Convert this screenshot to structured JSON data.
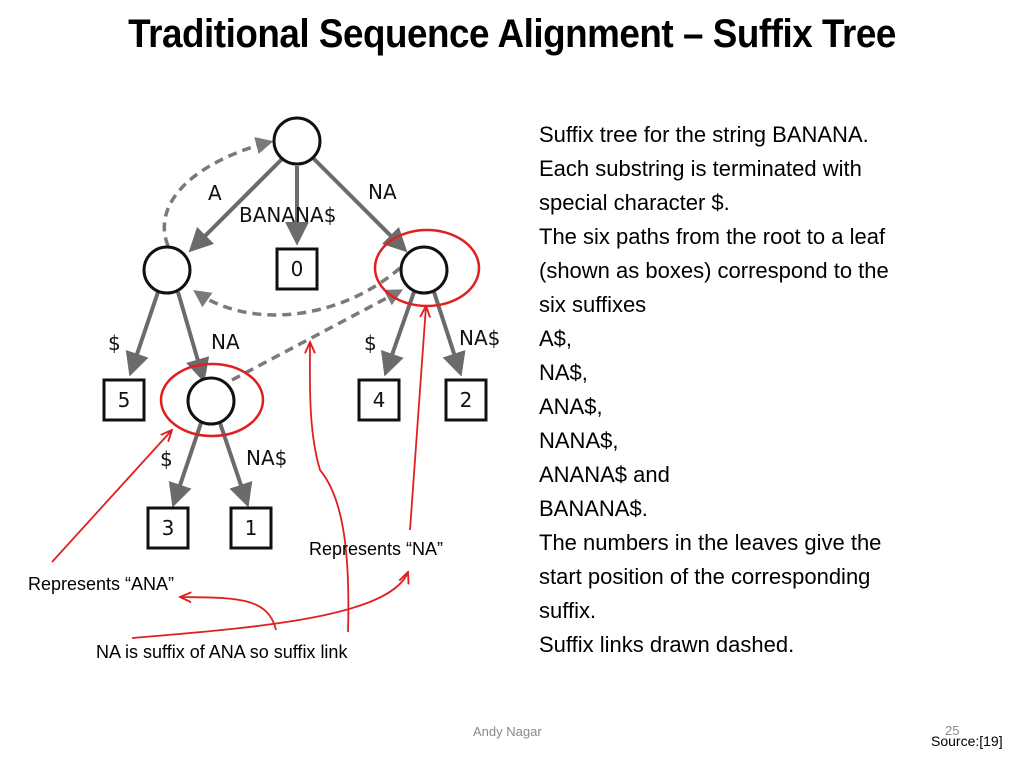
{
  "slide": {
    "title": "Traditional Sequence Alignment – Suffix Tree",
    "author": "Andy Nagar",
    "page_number": "25",
    "source": "Source:[19]"
  },
  "diagram": {
    "edge_labels": {
      "root_left": "A",
      "root_middle": "BANANA$",
      "root_right": "NA",
      "a_left": "$",
      "a_right": "NA",
      "ana_left": "$",
      "ana_right": "NA$",
      "na_left": "$",
      "na_right": "NA$"
    },
    "leaves": {
      "leaf0": "0",
      "leaf5": "5",
      "leaf4": "4",
      "leaf2": "2",
      "leaf3": "3",
      "leaf1": "1"
    },
    "annotations": {
      "represents_na": "Represents “NA”",
      "represents_ana": "Represents “ANA”",
      "suffix_link_note": "NA is suffix of ANA so suffix link"
    },
    "colors": {
      "edge": "#6b6b6b",
      "suffix_link": "#7a7a7a",
      "highlight": "#e02020"
    }
  },
  "description": {
    "lines": [
      "Suffix tree for the string BANANA.",
      "Each substring is terminated with",
      "special character $.",
      "The six paths from the root to a leaf",
      "(shown as boxes) correspond to the",
      "six suffixes",
      "A$,",
      "NA$,",
      "ANA$,",
      "NANA$,",
      "ANANA$ and",
      "BANANA$.",
      "The numbers in the leaves give the",
      "start position of the corresponding",
      "suffix.",
      "Suffix links drawn dashed."
    ]
  }
}
